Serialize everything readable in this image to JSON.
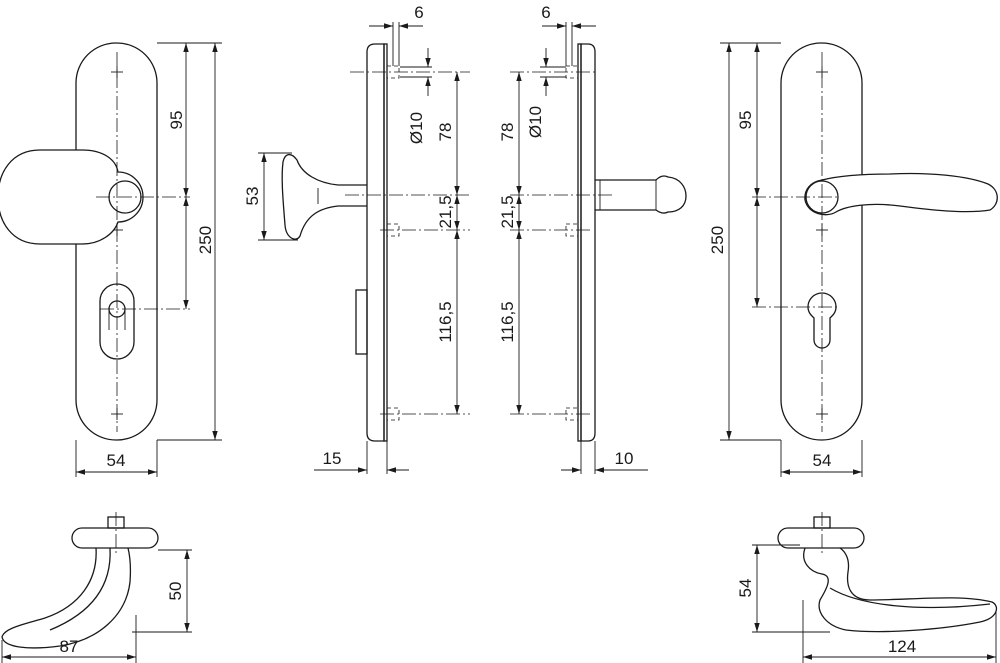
{
  "dimensions": {
    "left_plate": {
      "hole_distance": "95",
      "plate_height": "250",
      "plate_width": "54"
    },
    "knob_side": {
      "spindle_offset": "6",
      "hole_dia": "Ø10",
      "upper": "78",
      "knob_height": "53",
      "mid": "21,5",
      "lower": "116,5",
      "thickness": "15"
    },
    "lever_side": {
      "spindle_offset": "6",
      "hole_dia": "Ø10",
      "upper": "78",
      "mid": "21,5",
      "lower": "116,5",
      "thickness": "10"
    },
    "right_plate": {
      "hole_distance": "95",
      "plate_height": "250",
      "plate_width": "54"
    },
    "left_handle": {
      "height": "50",
      "reach": "87"
    },
    "right_handle": {
      "height": "54",
      "reach": "124"
    }
  }
}
